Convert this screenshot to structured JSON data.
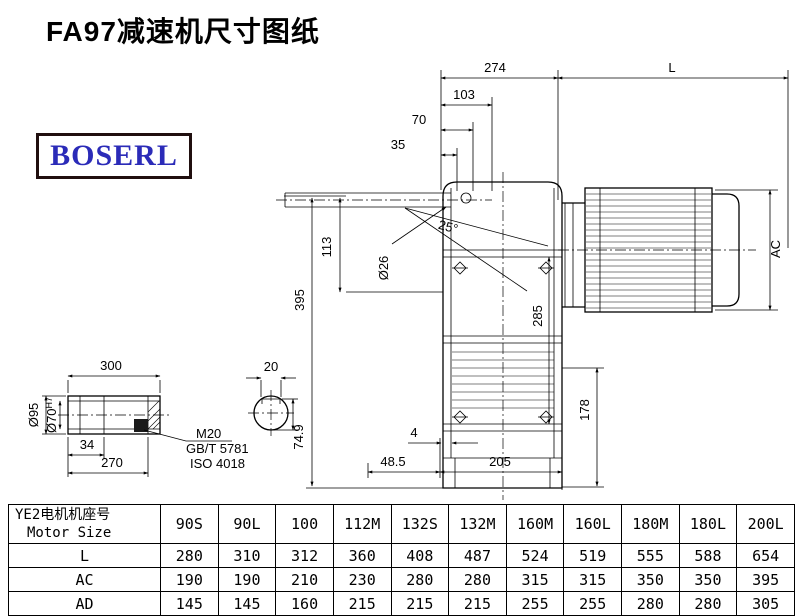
{
  "page": {
    "title": "FA97减速机尺寸图纸",
    "logo": "BOSERL"
  },
  "drawing": {
    "dims": {
      "d274": "274",
      "L": "L",
      "d103": "103",
      "d70": "70",
      "d35": "35",
      "angle": "25°",
      "dia26": "Ø26",
      "d113": "113",
      "d395": "395",
      "d285": "285",
      "AC": "AC",
      "d178": "178",
      "d4": "4",
      "d48_5": "48.5",
      "d205": "205"
    },
    "shaft": {
      "d300": "300",
      "dia95": "Ø95",
      "dia70": "Ø70",
      "tol": "H7",
      "d34": "34",
      "d270": "270",
      "m20": "M20",
      "gbt": "GB/T 5781",
      "iso": "ISO 4018"
    },
    "key": {
      "d20": "20",
      "d74_9": "74.9"
    }
  },
  "table": {
    "header_cn": "YE2电机机座号",
    "header_en": "Motor Size",
    "sizes": [
      "90S",
      "90L",
      "100",
      "112M",
      "132S",
      "132M",
      "160M",
      "160L",
      "180M",
      "180L",
      "200L"
    ],
    "rows": [
      {
        "label": "L",
        "values": [
          "280",
          "310",
          "312",
          "360",
          "408",
          "487",
          "524",
          "519",
          "555",
          "588",
          "654"
        ]
      },
      {
        "label": "AC",
        "values": [
          "190",
          "190",
          "210",
          "230",
          "280",
          "280",
          "315",
          "315",
          "350",
          "350",
          "395"
        ]
      },
      {
        "label": "AD",
        "values": [
          "145",
          "145",
          "160",
          "215",
          "215",
          "215",
          "255",
          "255",
          "280",
          "280",
          "305"
        ]
      }
    ]
  }
}
